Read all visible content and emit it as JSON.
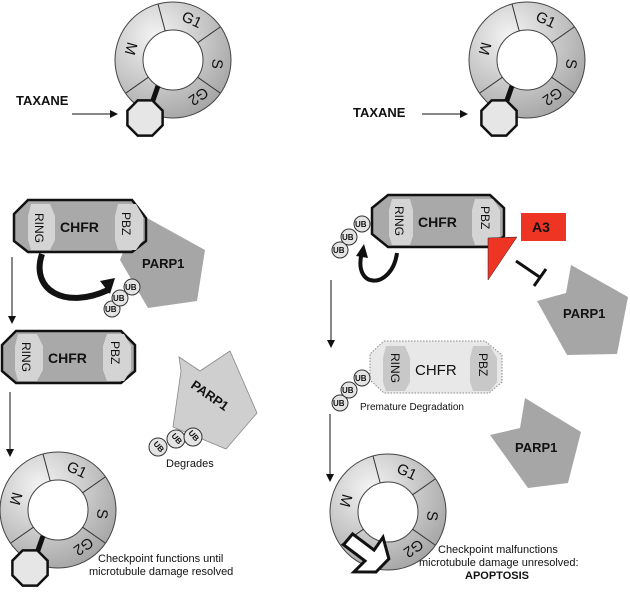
{
  "colors": {
    "ring_light": "#f0f0f0",
    "ring_dark": "#a8a8a8",
    "chfr_body": "#a9a9a9",
    "domain": "#d4d4d4",
    "parp_dark": "#a6a6a6",
    "parp_light": "#cfcfcf",
    "ub_fill": "#e4e4e4",
    "a3_red": "#ee3524",
    "outline": "#111111"
  },
  "cell_cycle": {
    "phases": [
      "G1",
      "S",
      "G2",
      "M"
    ]
  },
  "left_panel": {
    "drug_label": "TAXANE",
    "chfr": {
      "name": "CHFR",
      "ring": "RING",
      "pbz": "PBZ"
    },
    "parp1_label": "PARP1",
    "ub_label": "UB",
    "degrades_label": "Degrades",
    "outcome_line1": "Checkpoint functions until",
    "outcome_line2": "microtubule damage resolved"
  },
  "right_panel": {
    "drug_label": "TAXANE",
    "chfr": {
      "name": "CHFR",
      "ring": "RING",
      "pbz": "PBZ"
    },
    "a3_label": "A3",
    "parp1_label": "PARP1",
    "ub_label": "UB",
    "premature_label": "Premature Degradation",
    "outcome_line1": "Checkpoint malfunctions",
    "outcome_line2": "microtubule damage unresolved:",
    "outcome_line3": "APOPTOSIS"
  }
}
